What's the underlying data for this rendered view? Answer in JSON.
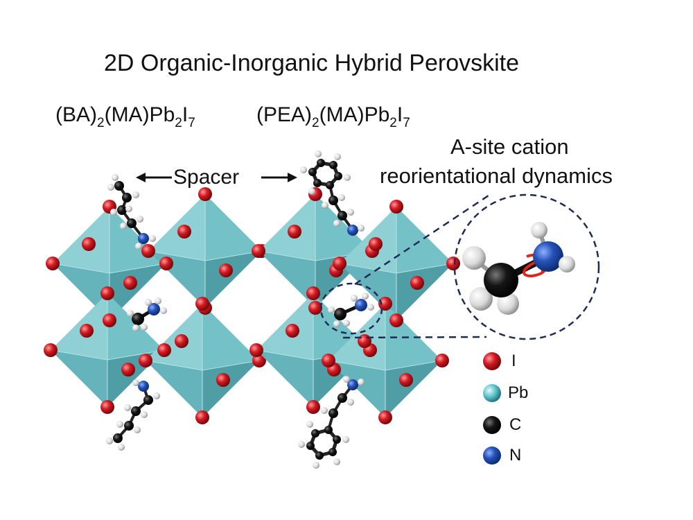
{
  "title": "2D Organic-Inorganic Hybrid Perovskite",
  "formulas": {
    "left": {
      "pre": "(BA)",
      "sub1": "2",
      "mid": "(MA)Pb",
      "sub2": "2",
      "el": "I",
      "sub3": "7"
    },
    "right": {
      "pre": "(PEA)",
      "sub1": "2",
      "mid": "(MA)Pb",
      "sub2": "2",
      "el": "I",
      "sub3": "7"
    }
  },
  "spacer_label": "Spacer",
  "callout": {
    "line1": "A-site cation",
    "line2": "reorientational dynamics"
  },
  "legend": [
    {
      "label": "I",
      "color": "#c8141c"
    },
    {
      "label": "Pb",
      "color": "#5fc4cc"
    },
    {
      "label": "C",
      "color": "#0a0a0a"
    },
    {
      "label": "N",
      "color": "#1f4fb0"
    }
  ],
  "colors": {
    "octahedron_light": "#8fd0d5",
    "octahedron_mid": "#6cbcc3",
    "octahedron_dark": "#4f9ea6",
    "iodine": "#c8141c",
    "hydrogen": "#e6e6e6",
    "carbon": "#111111",
    "nitrogen": "#1f4fb0",
    "dashed_line": "#1e2a55",
    "rotation_arrow": "#e0261b"
  }
}
